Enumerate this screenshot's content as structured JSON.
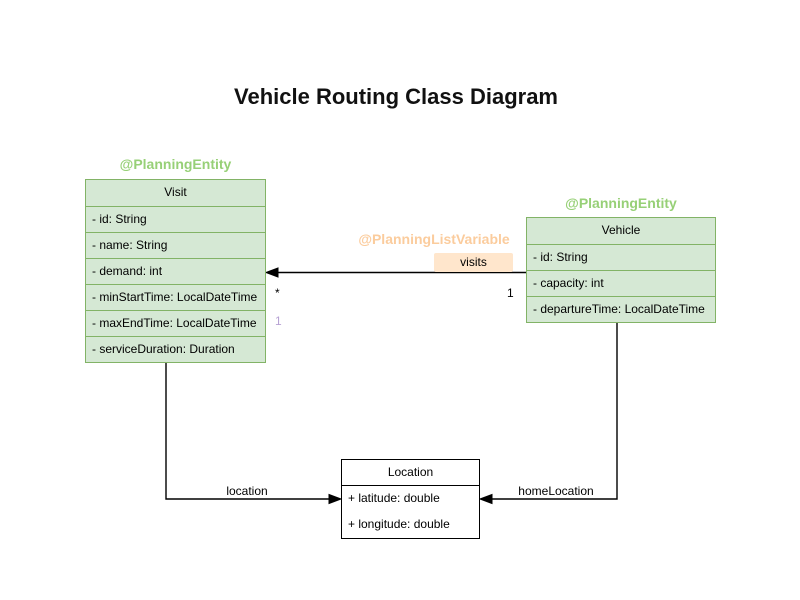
{
  "title": "Vehicle Routing Class Diagram",
  "colors": {
    "green_fill": "#d5e8d4",
    "green_border": "#82b366",
    "green_annotation": "#97d077",
    "orange_annotation": "#fbcc9d",
    "orange_badge_bg": "#ffe6cc",
    "purple_label": "#b7a2d4",
    "line": "#000000"
  },
  "classes": {
    "visit": {
      "annotation": "@PlanningEntity",
      "name": "Visit",
      "attributes": [
        "- id: String",
        "- name: String",
        "- demand: int",
        "- minStartTime: LocalDateTime",
        "- maxEndTime: LocalDateTime",
        "- serviceDuration: Duration"
      ]
    },
    "vehicle": {
      "annotation": "@PlanningEntity",
      "name": "Vehicle",
      "attributes": [
        "- id: String",
        "- capacity: int",
        "- departureTime: LocalDateTime"
      ]
    },
    "location": {
      "name": "Location",
      "attributes": [
        "+ latitude: double",
        "+ longitude: double"
      ]
    }
  },
  "connectors": {
    "visits": {
      "annotation": "@PlanningListVariable",
      "label": "visits",
      "multiplicity_target": "*",
      "multiplicity_source": "1",
      "extra_label": "1"
    },
    "location": {
      "label": "location"
    },
    "home_location": {
      "label": "homeLocation"
    }
  }
}
